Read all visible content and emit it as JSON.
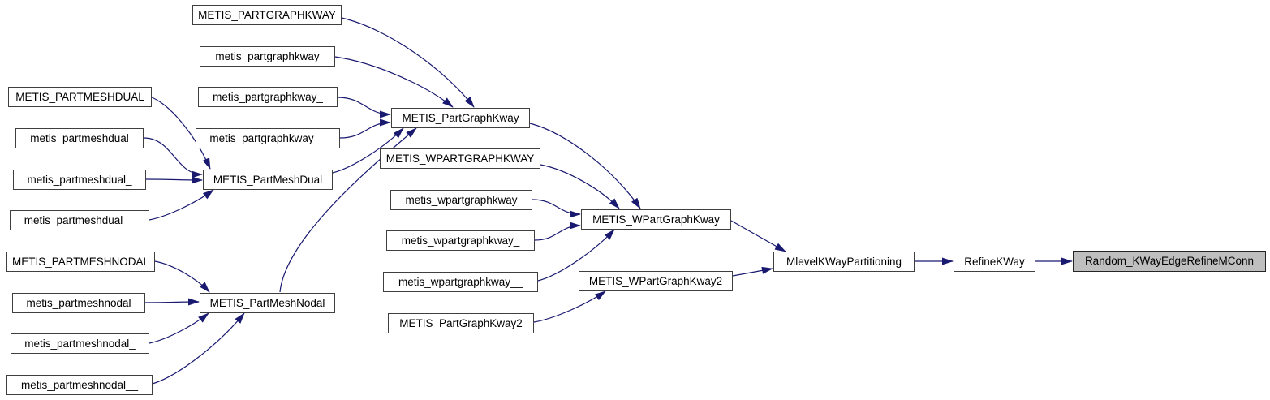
{
  "diagram": {
    "type": "call-graph",
    "colors": {
      "edge": "#191970",
      "node_border": "#3f3f3f",
      "node_fill": "#ffffff",
      "highlight_fill": "#bfbfbf",
      "text": "#000000"
    },
    "nodes": [
      {
        "id": "METIS_PARTGRAPHKWAY",
        "label": "METIS_PARTGRAPHKWAY",
        "highlighted": false
      },
      {
        "id": "metis_partgraphkway",
        "label": "metis_partgraphkway",
        "highlighted": false
      },
      {
        "id": "metis_partgraphkway_",
        "label": "metis_partgraphkway_",
        "highlighted": false
      },
      {
        "id": "metis_partgraphkway__",
        "label": "metis_partgraphkway__",
        "highlighted": false
      },
      {
        "id": "METIS_PARTMESHDUAL",
        "label": "METIS_PARTMESHDUAL",
        "highlighted": false
      },
      {
        "id": "metis_partmeshdual",
        "label": "metis_partmeshdual",
        "highlighted": false
      },
      {
        "id": "metis_partmeshdual_",
        "label": "metis_partmeshdual_",
        "highlighted": false
      },
      {
        "id": "metis_partmeshdual__",
        "label": "metis_partmeshdual__",
        "highlighted": false
      },
      {
        "id": "METIS_PartMeshDual",
        "label": "METIS_PartMeshDual",
        "highlighted": false
      },
      {
        "id": "METIS_PARTMESHNODAL",
        "label": "METIS_PARTMESHNODAL",
        "highlighted": false
      },
      {
        "id": "metis_partmeshnodal",
        "label": "metis_partmeshnodal",
        "highlighted": false
      },
      {
        "id": "metis_partmeshnodal_",
        "label": "metis_partmeshnodal_",
        "highlighted": false
      },
      {
        "id": "metis_partmeshnodal__",
        "label": "metis_partmeshnodal__",
        "highlighted": false
      },
      {
        "id": "METIS_PartMeshNodal",
        "label": "METIS_PartMeshNodal",
        "highlighted": false
      },
      {
        "id": "METIS_PartGraphKway",
        "label": "METIS_PartGraphKway",
        "highlighted": false
      },
      {
        "id": "METIS_WPARTGRAPHKWAY",
        "label": "METIS_WPARTGRAPHKWAY",
        "highlighted": false
      },
      {
        "id": "metis_wpartgraphkway",
        "label": "metis_wpartgraphkway",
        "highlighted": false
      },
      {
        "id": "metis_wpartgraphkway_",
        "label": "metis_wpartgraphkway_",
        "highlighted": false
      },
      {
        "id": "metis_wpartgraphkway__",
        "label": "metis_wpartgraphkway__",
        "highlighted": false
      },
      {
        "id": "METIS_PartGraphKway2",
        "label": "METIS_PartGraphKway2",
        "highlighted": false
      },
      {
        "id": "METIS_WPartGraphKway",
        "label": "METIS_WPartGraphKway",
        "highlighted": false
      },
      {
        "id": "METIS_WPartGraphKway2",
        "label": "METIS_WPartGraphKway2",
        "highlighted": false
      },
      {
        "id": "MlevelKWayPartitioning",
        "label": "MlevelKWayPartitioning",
        "highlighted": false
      },
      {
        "id": "RefineKWay",
        "label": "RefineKWay",
        "highlighted": false
      },
      {
        "id": "Random_KWayEdgeRefineMConn",
        "label": "Random_KWayEdgeRefineMConn",
        "highlighted": true
      }
    ],
    "edges": [
      {
        "from": "METIS_PARTGRAPHKWAY",
        "to": "METIS_PartGraphKway"
      },
      {
        "from": "metis_partgraphkway",
        "to": "METIS_PartGraphKway"
      },
      {
        "from": "metis_partgraphkway_",
        "to": "METIS_PartGraphKway"
      },
      {
        "from": "metis_partgraphkway__",
        "to": "METIS_PartGraphKway"
      },
      {
        "from": "METIS_PartMeshDual",
        "to": "METIS_PartGraphKway"
      },
      {
        "from": "METIS_PartMeshNodal",
        "to": "METIS_PartGraphKway"
      },
      {
        "from": "METIS_PARTMESHDUAL",
        "to": "METIS_PartMeshDual"
      },
      {
        "from": "metis_partmeshdual",
        "to": "METIS_PartMeshDual"
      },
      {
        "from": "metis_partmeshdual_",
        "to": "METIS_PartMeshDual"
      },
      {
        "from": "metis_partmeshdual__",
        "to": "METIS_PartMeshDual"
      },
      {
        "from": "METIS_PARTMESHNODAL",
        "to": "METIS_PartMeshNodal"
      },
      {
        "from": "metis_partmeshnodal",
        "to": "METIS_PartMeshNodal"
      },
      {
        "from": "metis_partmeshnodal_",
        "to": "METIS_PartMeshNodal"
      },
      {
        "from": "metis_partmeshnodal__",
        "to": "METIS_PartMeshNodal"
      },
      {
        "from": "METIS_PartGraphKway",
        "to": "METIS_WPartGraphKway"
      },
      {
        "from": "METIS_WPARTGRAPHKWAY",
        "to": "METIS_WPartGraphKway"
      },
      {
        "from": "metis_wpartgraphkway",
        "to": "METIS_WPartGraphKway"
      },
      {
        "from": "metis_wpartgraphkway_",
        "to": "METIS_WPartGraphKway"
      },
      {
        "from": "metis_wpartgraphkway__",
        "to": "METIS_WPartGraphKway"
      },
      {
        "from": "METIS_PartGraphKway2",
        "to": "METIS_WPartGraphKway2"
      },
      {
        "from": "METIS_WPartGraphKway",
        "to": "MlevelKWayPartitioning"
      },
      {
        "from": "METIS_WPartGraphKway2",
        "to": "MlevelKWayPartitioning"
      },
      {
        "from": "MlevelKWayPartitioning",
        "to": "RefineKWay"
      },
      {
        "from": "RefineKWay",
        "to": "Random_KWayEdgeRefineMConn"
      }
    ]
  }
}
